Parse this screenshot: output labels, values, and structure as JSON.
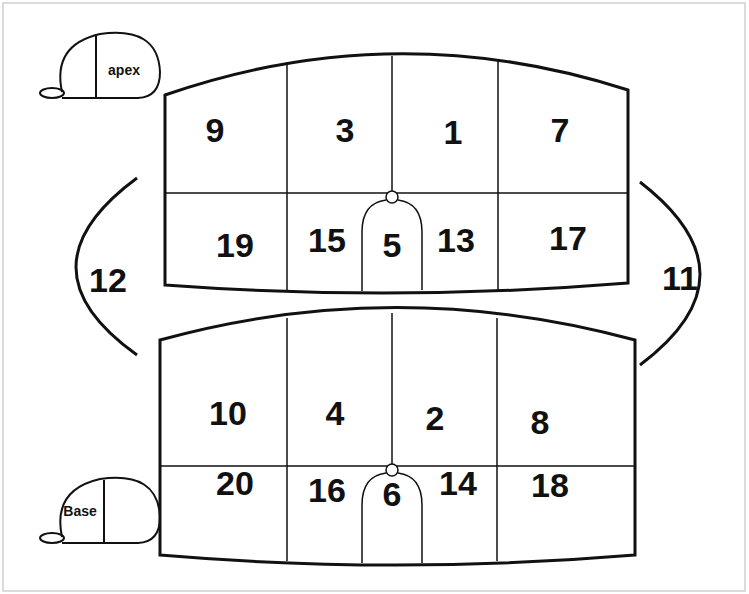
{
  "diagram": {
    "labels": [
      "apex",
      "9",
      "3",
      "1",
      "7",
      "12",
      "19",
      "15",
      "5",
      "13",
      "17",
      "11",
      "10",
      "4",
      "2",
      "8",
      "Base",
      "20",
      "16",
      "6",
      "14",
      "18"
    ]
  }
}
